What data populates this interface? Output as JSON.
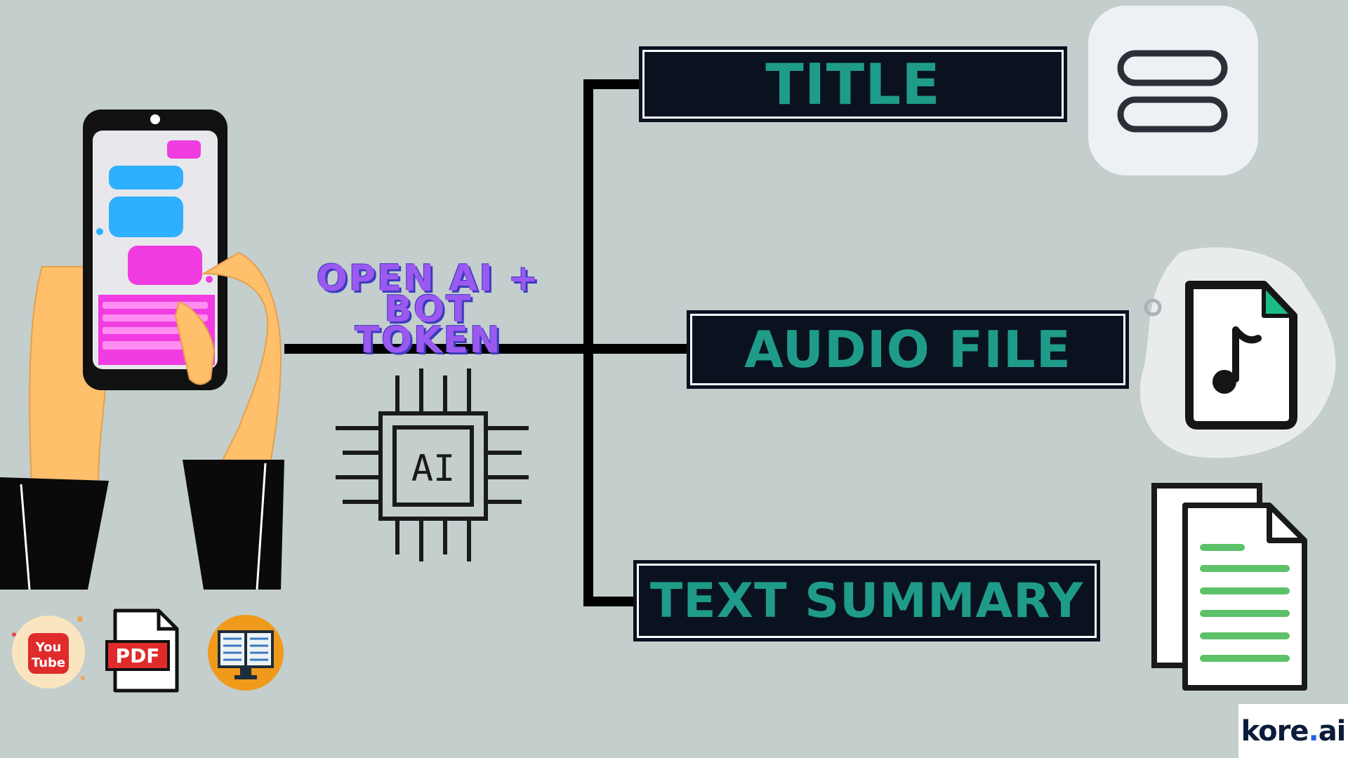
{
  "diagram": {
    "connector_label_line1": "OPEN AI + BOT",
    "connector_label_line2": "TOKEN",
    "outputs": [
      {
        "label": "TITLE",
        "icon": "hamburger-menu-icon"
      },
      {
        "label": "AUDIO FILE",
        "icon": "audio-file-icon"
      },
      {
        "label": "TEXT SUMMARY",
        "icon": "documents-icon"
      }
    ],
    "ai_chip_label": "AI",
    "sources": [
      {
        "icon": "youtube-icon",
        "line1": "You",
        "line2": "Tube"
      },
      {
        "icon": "pdf-icon",
        "label": "PDF"
      },
      {
        "icon": "ebook-icon"
      }
    ],
    "logo": {
      "text": "kore",
      "suffix": "ai"
    }
  },
  "colors": {
    "background": "#c3cecd",
    "label_bg": "#0a1220",
    "label_text": "#1f9c89",
    "connector_text": "#9b59f0",
    "chat_blue": "#2fb0ff",
    "chat_pink": "#f03ce0",
    "skin": "#ffbf6b"
  }
}
